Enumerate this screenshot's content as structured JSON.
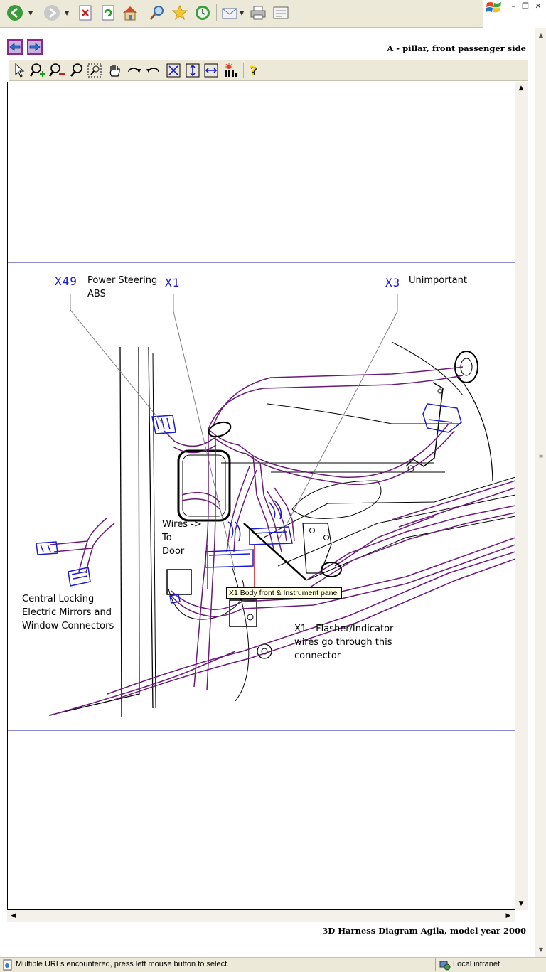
{
  "browser": {
    "toolbar_icons": [
      "back-icon",
      "forward-icon",
      "stop-icon",
      "refresh-icon",
      "home-icon",
      "search-icon",
      "favorites-icon",
      "history-icon",
      "mail-icon",
      "print-icon",
      "edit-icon"
    ]
  },
  "viewer": {
    "title": "A - pillar, front passenger side",
    "footer_title": "3D Harness Diagram Agila, model year 2000",
    "tools": [
      "pointer-tool-icon",
      "zoom-in-icon",
      "zoom-out-icon",
      "zoom-icon",
      "zoom-window-icon",
      "pan-hand-icon",
      "rotate-icon",
      "rotate-reverse-icon",
      "fit-all-icon",
      "fit-height-icon",
      "fit-width-icon",
      "lights-icon",
      "help-icon"
    ]
  },
  "diagram": {
    "callouts": {
      "x49_code": "X49",
      "x49_text_1": "Power Steering",
      "x49_text_2": "ABS",
      "x1_code": "X1",
      "x3_code": "X3",
      "x3_text": "Unimportant"
    },
    "notes": {
      "wires_1": "Wires ->",
      "wires_2": "To",
      "wires_3": "Door",
      "central_1": "Central Locking",
      "central_2": "Electric Mirrors and",
      "central_3": "Window Connectors",
      "flasher_1": "X1 - Flasher/Indicator",
      "flasher_2": "wires go through this",
      "flasher_3": "connector"
    },
    "tooltip": "X1 Body front & Instrument panel",
    "harness_color": "#6b1a7a",
    "connector_color": "#1a1ad0"
  },
  "status": {
    "message": "Multiple URLs encountered, press left mouse button to select.",
    "zone": "Local intranet"
  }
}
